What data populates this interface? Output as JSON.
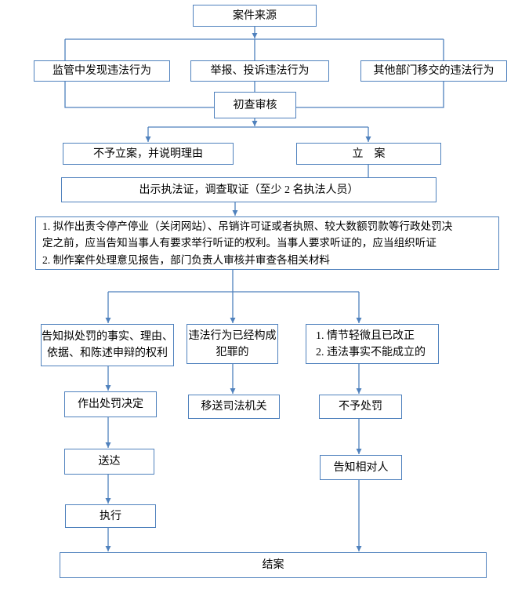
{
  "colors": {
    "line": "#4f81bd",
    "border": "#4f81bd",
    "text": "#000000",
    "bg": "#ffffff"
  },
  "nodes": {
    "case_source": "案件来源",
    "found_in_supervision": "监管中发现违法行为",
    "report_complaint": "举报、投诉违法行为",
    "transferred_other_dept": "其他部门移交的违法行为",
    "initial_review": "初查审核",
    "no_filing": "不予立案，并说明理由",
    "filing": "立　案",
    "evidence": "出示执法证，调查取证（至少 2 名执法人员）",
    "hearing_notice": "1. 拟作出责令停产停业（关闭网站）、吊销许可证或者执照、较大数额罚款等行政处罚决\n定之前，应当告知当事人有要求举行听证的权利。当事人要求听证的，应当组织听证\n2. 制作案件处理意见报告，部门负责人审核并审查各相关材料",
    "inform_rights": "告知拟处罚的事实、理由、\n依据、和陈述申辩的权利",
    "crime_constituted": "违法行为已经构成\n犯罪的",
    "minor_or_unfounded": "1. 情节轻微且已改正\n2. 违法事实不能成立的",
    "make_decision": "作出处罚决定",
    "transfer_judicial": "移送司法机关",
    "no_punishment": "不予处罚",
    "delivery": "送达",
    "notify_party": "告知相对人",
    "execution": "执行",
    "case_closed": "结案"
  }
}
